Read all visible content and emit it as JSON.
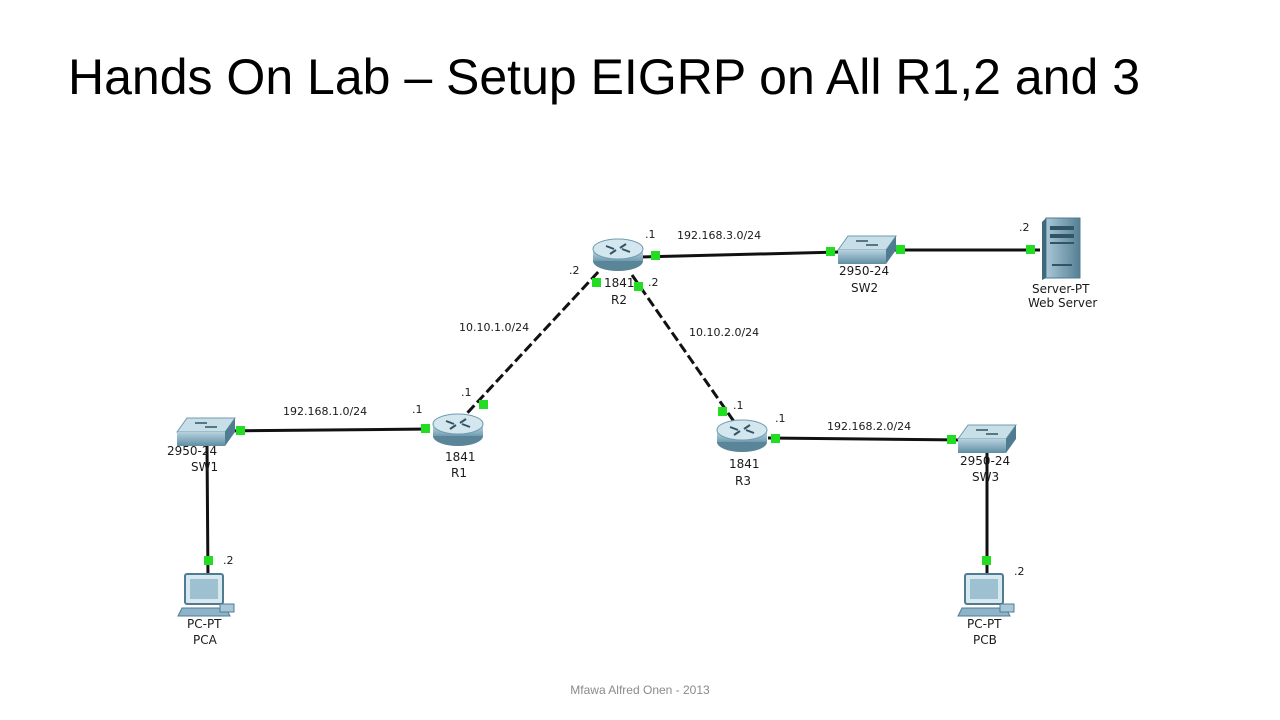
{
  "slide": {
    "title": "Hands On Lab – Setup EIGRP on All R1,2 and 3",
    "footer": "Mfawa Alfred Onen - 2013"
  },
  "colors": {
    "link": "#111111",
    "port": "#22dd22",
    "router": "#7aa9bd",
    "switch": "#6f9fb5",
    "pc": "#8fb4c9",
    "server": "#6f9fb5"
  },
  "devices": {
    "r1": {
      "model": "1841",
      "name": "R1",
      "icon": "router-icon"
    },
    "r2": {
      "model": "1841",
      "name": "R2",
      "icon": "router-icon"
    },
    "r3": {
      "model": "1841",
      "name": "R3",
      "icon": "router-icon"
    },
    "sw1": {
      "model": "2950-24",
      "name": "SW1",
      "icon": "switch-icon"
    },
    "sw2": {
      "model": "2950-24",
      "name": "SW2",
      "icon": "switch-icon"
    },
    "sw3": {
      "model": "2950-24",
      "name": "SW3",
      "icon": "switch-icon"
    },
    "pca": {
      "model": "PC-PT",
      "name": "PCA",
      "icon": "pc-icon"
    },
    "pcb": {
      "model": "PC-PT",
      "name": "PCB",
      "icon": "pc-icon"
    },
    "server": {
      "model": "Server-PT",
      "name": "Web Server",
      "icon": "server-icon"
    }
  },
  "networks": {
    "r1_r2": "10.10.1.0/24",
    "r2_r3": "10.10.2.0/24",
    "r1_lan": "192.168.1.0/24",
    "r2_lan": "192.168.3.0/24",
    "r3_lan": "192.168.2.0/24"
  },
  "host_ids": {
    "r2_to_r1": ".2",
    "r2_to_sw2": ".1",
    "r2_to_r3": ".2",
    "r1_to_r2": ".1",
    "r1_to_sw1": ".1",
    "r3_to_r2": ".1",
    "r3_to_sw3": ".1",
    "server": ".2",
    "pca": ".2",
    "pcb": ".2"
  }
}
